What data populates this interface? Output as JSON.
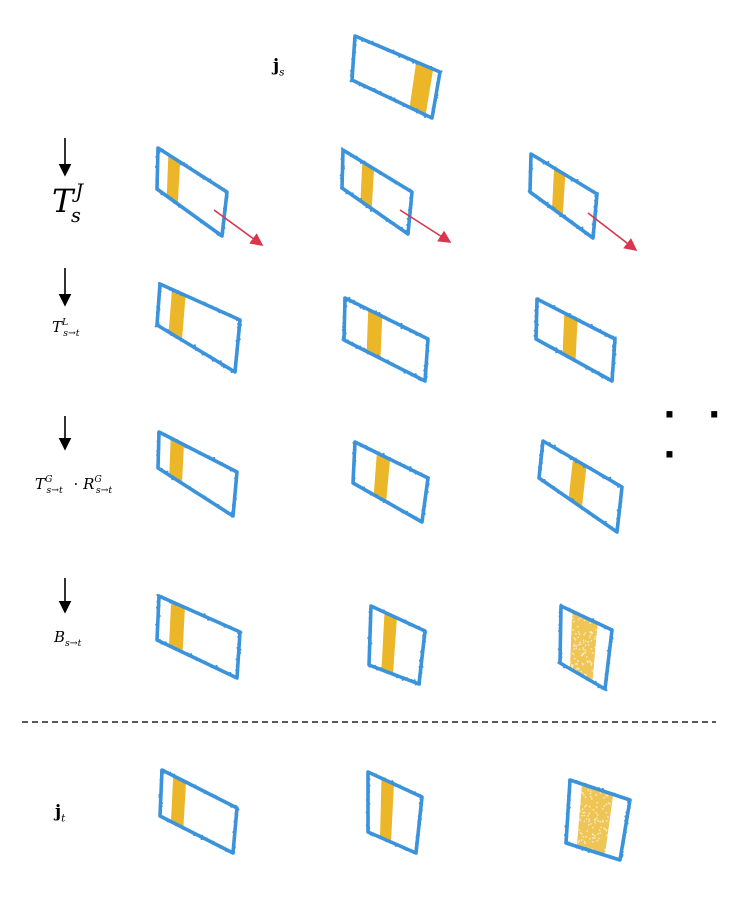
{
  "labels": {
    "js_main": "j",
    "js_sub": "s",
    "tj_main": "T",
    "tj_sub": "s",
    "tj_sup": "J",
    "tl_main": "T",
    "tl_sup": "L",
    "tl_sub": "s→t",
    "tg_main": "T",
    "tg_sup": "G",
    "tg_sub": "s→t",
    "dot_op": "·",
    "rg_main": "R",
    "rg_sup": "G",
    "rg_sub": "s→t",
    "b_main": "B",
    "b_sub": "s→t",
    "jt_main": "j",
    "jt_sub": "t"
  },
  "ellipsis": "· · ·",
  "colors": {
    "frame": "#3b93db",
    "fill": "#eab21c",
    "arrow_red": "#d9354d",
    "arrow": "#000000",
    "dashed": "#222222"
  }
}
